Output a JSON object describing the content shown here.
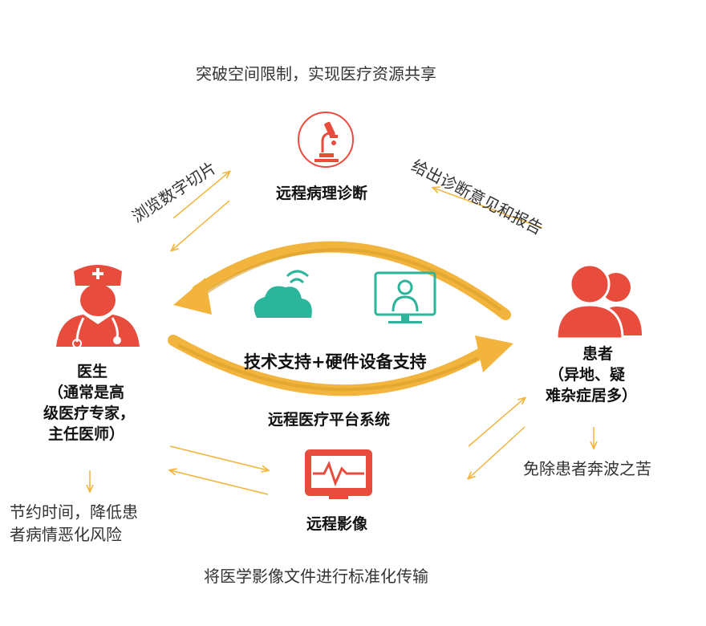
{
  "top_caption": "突破空间限制，实现医疗资源共享",
  "pathology": {
    "label": "远程病理诊断",
    "icon": "microscope-icon"
  },
  "arrow_left_label": "浏览数字切片",
  "arrow_right_label": "给出诊断意见和报告",
  "doctor": {
    "icon": "doctor-icon",
    "line1": "医生",
    "line2": "（通常是高",
    "line3": "级医疗专家，",
    "line4": "主任医师）",
    "benefit_line1": "节约时间，降低患",
    "benefit_line2": "者病情恶化风险"
  },
  "patient": {
    "icon": "patients-icon",
    "line1": "患者",
    "line2": "（异地、疑",
    "line3": "难杂症居多）",
    "benefit": "免除患者奔波之苦"
  },
  "center_label": "技术支持+硬件设备支持",
  "platform_label": "远程医疗平台系统",
  "imaging": {
    "label": "远程影像",
    "icon": "ecg-monitor-icon"
  },
  "bottom_caption": "将医学影像文件进行标准化传输",
  "colors": {
    "red": "#e84c3d",
    "orange": "#f2b43c",
    "teal": "#2bb59a",
    "dark_orange": "#d8a02c"
  },
  "cloud_icon": "cloud-wifi-icon",
  "screen_icon": "video-consult-screen-icon"
}
